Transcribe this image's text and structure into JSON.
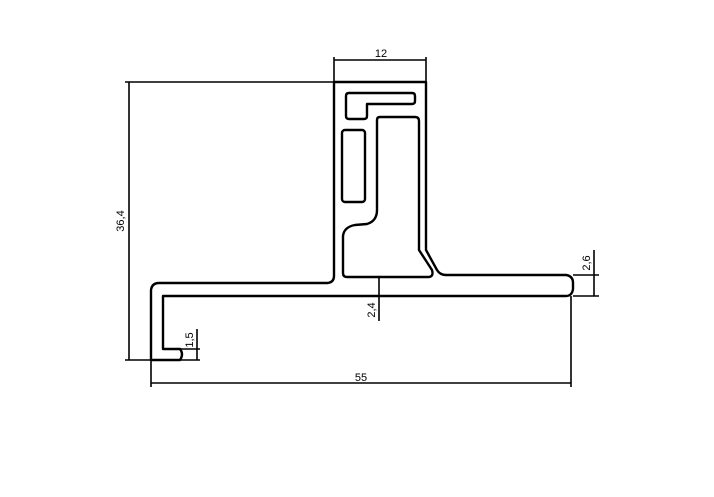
{
  "drawing": {
    "title": "Aluminium profile cross-section",
    "dimensions": {
      "top_width": "12",
      "total_height": "36,4",
      "total_width": "55",
      "right_flange_thickness": "2,6",
      "base_thickness": "2,4",
      "lip_height": "1,5"
    }
  }
}
